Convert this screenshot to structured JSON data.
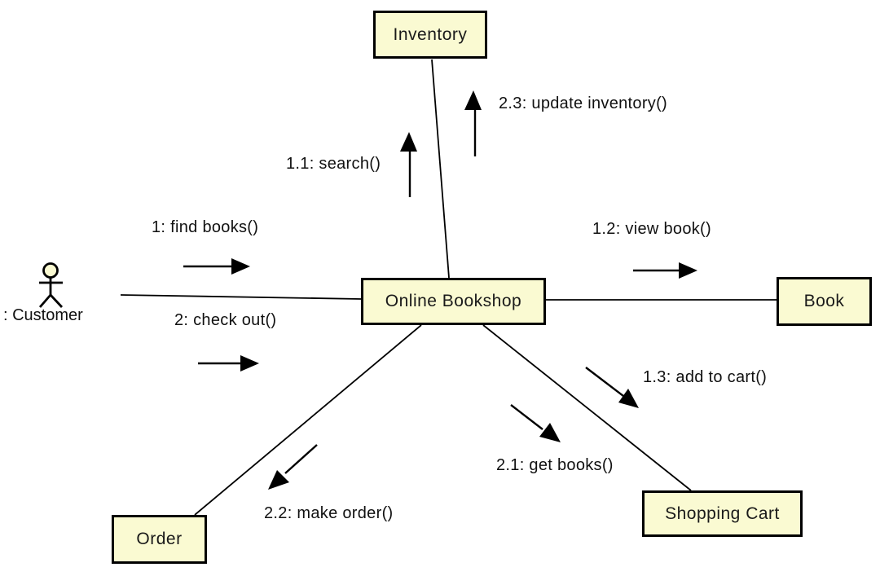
{
  "diagram_type": "uml-communication-diagram",
  "colors": {
    "background": "#FFFFFF",
    "node_fill": "#FAFAD2",
    "node_border": "#000000",
    "line": "#000000",
    "arrow": "#000000",
    "text": "#111111"
  },
  "actor": {
    "label": ": Customer"
  },
  "nodes": [
    {
      "id": "inventory",
      "label": "Inventory"
    },
    {
      "id": "online-bookshop",
      "label": "Online Bookshop"
    },
    {
      "id": "book",
      "label": "Book"
    },
    {
      "id": "shopping-cart",
      "label": "Shopping Cart"
    },
    {
      "id": "order",
      "label": "Order"
    }
  ],
  "links": [
    {
      "from": "customer",
      "to": "online-bookshop"
    },
    {
      "from": "online-bookshop",
      "to": "inventory"
    },
    {
      "from": "online-bookshop",
      "to": "book"
    },
    {
      "from": "online-bookshop",
      "to": "order"
    },
    {
      "from": "online-bookshop",
      "to": "shopping-cart"
    }
  ],
  "messages": [
    {
      "label": "1: find books()",
      "direction": "right"
    },
    {
      "label": "2: check out()",
      "direction": "right"
    },
    {
      "label": "1.1: search()",
      "direction": "up"
    },
    {
      "label": "2.3: update inventory()",
      "direction": "up"
    },
    {
      "label": "1.2: view book()",
      "direction": "right"
    },
    {
      "label": "1.3: add to cart()",
      "direction": "down-right"
    },
    {
      "label": "2.1: get books()",
      "direction": "down-right"
    },
    {
      "label": "2.2: make order()",
      "direction": "down-left"
    }
  ]
}
